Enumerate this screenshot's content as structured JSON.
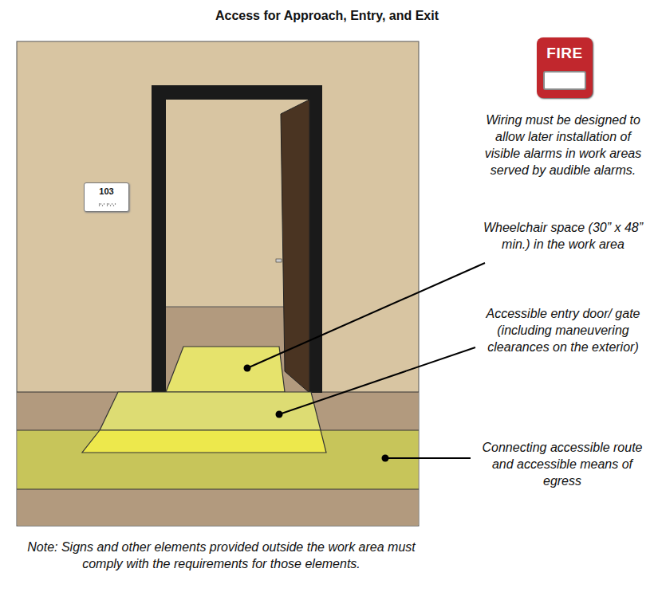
{
  "diagram": {
    "title": "Access for Approach, Entry, and Exit",
    "nodes": [
      {
        "text": [
          "FIRE"
        ]
      },
      {
        "text": [
          "103"
        ]
      }
    ],
    "labels": [
      "Wiring must be designed to allow later installation of visible alarms in work areas served by audible alarms.",
      "Wheelchair space (30” x 48” min.) in the work area",
      "Accessible entry door/ gate (including maneuvering clearances on the exterior)",
      "Connecting accessible route and accessible means of egress",
      "Note: Signs and other elements provided outside the work area must comply with the requirements for those elements."
    ]
  }
}
